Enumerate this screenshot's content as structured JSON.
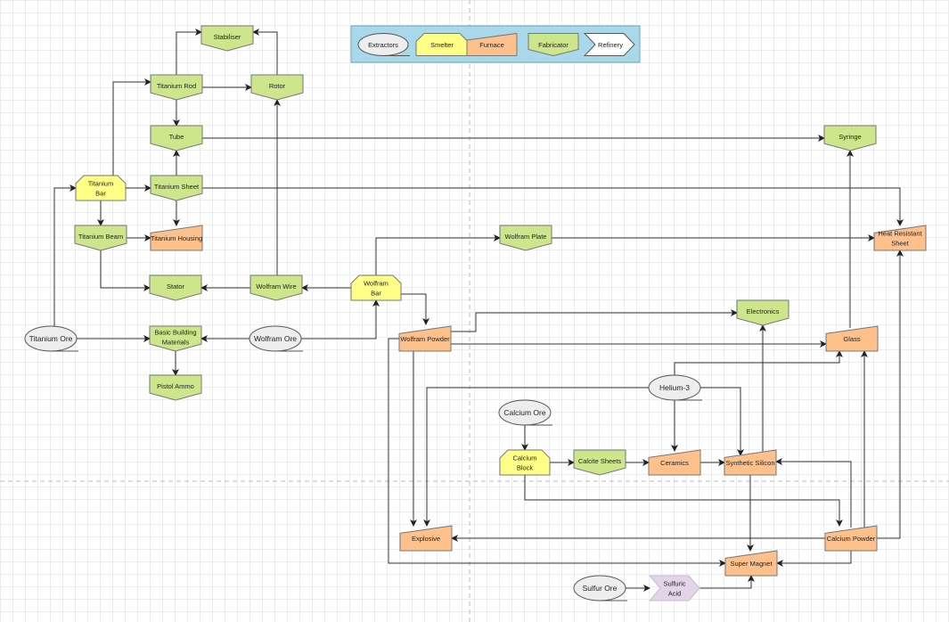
{
  "colors": {
    "extractor": "#eeeeee",
    "smelter": "#ffff88",
    "furnace": "#ffc18c",
    "fabricator": "#cde68c",
    "refinery": "#ffffff",
    "refinery_alt": "#e1d5e7",
    "legend_bg": "#a8d8ea",
    "line": "#333333"
  },
  "legend": {
    "items": [
      {
        "type": "extractor",
        "label": "Extractors"
      },
      {
        "type": "smelter",
        "label": "Smelter"
      },
      {
        "type": "furnace",
        "label": "Furnace"
      },
      {
        "type": "fabricator",
        "label": "Fabricator"
      },
      {
        "type": "refinery",
        "label": "Refinery"
      }
    ]
  },
  "nodes": [
    {
      "id": "stabiliser",
      "type": "fabricator",
      "lines": [
        "Stabiliser"
      ]
    },
    {
      "id": "titanium_rod",
      "type": "fabricator",
      "lines": [
        "Titanium Rod"
      ]
    },
    {
      "id": "rotor",
      "type": "fabricator",
      "lines": [
        "Rotor"
      ]
    },
    {
      "id": "tube",
      "type": "fabricator",
      "lines": [
        "Tube"
      ]
    },
    {
      "id": "titanium_bar",
      "type": "smelter",
      "lines": [
        "Titanium",
        "Bar"
      ]
    },
    {
      "id": "titanium_sheet",
      "type": "fabricator",
      "lines": [
        "Titanium Sheet"
      ]
    },
    {
      "id": "titanium_beam",
      "type": "fabricator",
      "lines": [
        "Titanium Beam"
      ]
    },
    {
      "id": "titanium_housing",
      "type": "furnace",
      "lines": [
        "Titanium Housing"
      ]
    },
    {
      "id": "stator",
      "type": "fabricator",
      "lines": [
        "Stator"
      ]
    },
    {
      "id": "wolfram_wire",
      "type": "fabricator",
      "lines": [
        "Wolfram Wire"
      ]
    },
    {
      "id": "wolfram_bar",
      "type": "smelter",
      "lines": [
        "Wolfram",
        "Bar"
      ]
    },
    {
      "id": "titanium_ore",
      "type": "extractor",
      "lines": [
        "Titanium Ore"
      ]
    },
    {
      "id": "basic_building_materials",
      "type": "fabricator",
      "lines": [
        "Basic Building",
        "Materials"
      ]
    },
    {
      "id": "wolfram_ore",
      "type": "extractor",
      "lines": [
        "Wolfram Ore"
      ]
    },
    {
      "id": "pistol_ammo",
      "type": "fabricator",
      "lines": [
        "Pistol Ammo"
      ]
    },
    {
      "id": "wolfram_plate",
      "type": "fabricator",
      "lines": [
        "Wolfram Plate"
      ]
    },
    {
      "id": "syringe",
      "type": "fabricator",
      "lines": [
        "Syringe"
      ]
    },
    {
      "id": "heat_resistant_sheet",
      "type": "furnace",
      "lines": [
        "Heat Resistant",
        "Sheet"
      ]
    },
    {
      "id": "wolfram_powder",
      "type": "furnace",
      "lines": [
        "Wolfram Powder"
      ]
    },
    {
      "id": "electronics",
      "type": "fabricator",
      "lines": [
        "Electronics"
      ]
    },
    {
      "id": "glass",
      "type": "furnace",
      "lines": [
        "Glass"
      ]
    },
    {
      "id": "helium_3",
      "type": "extractor",
      "lines": [
        "Helium-3"
      ]
    },
    {
      "id": "calcium_ore",
      "type": "extractor",
      "lines": [
        "Calcium Ore"
      ]
    },
    {
      "id": "calcium_block",
      "type": "smelter",
      "lines": [
        "Calcium",
        "Block"
      ]
    },
    {
      "id": "calcite_sheets",
      "type": "fabricator",
      "lines": [
        "Calcite Sheets"
      ]
    },
    {
      "id": "ceramics",
      "type": "furnace",
      "lines": [
        "Ceramics"
      ]
    },
    {
      "id": "synthetic_silicon",
      "type": "furnace",
      "lines": [
        "Synthetic Silicon"
      ]
    },
    {
      "id": "explosive",
      "type": "furnace",
      "lines": [
        "Explosive"
      ]
    },
    {
      "id": "calcium_powder",
      "type": "furnace",
      "lines": [
        "Calcium Powder"
      ]
    },
    {
      "id": "super_magnet",
      "type": "furnace",
      "lines": [
        "Super Magnet"
      ]
    },
    {
      "id": "sulfur_ore",
      "type": "extractor",
      "lines": [
        "Sulfur Ore"
      ]
    },
    {
      "id": "sulfuric_acid",
      "type": "refinery_alt",
      "lines": [
        "Sulfuric",
        "Acid"
      ]
    }
  ],
  "edges": [
    {
      "from": "titanium_rod",
      "to": "stabiliser"
    },
    {
      "from": "rotor",
      "to": "stabiliser"
    },
    {
      "from": "titanium_rod",
      "to": "rotor"
    },
    {
      "from": "titanium_rod",
      "to": "tube"
    },
    {
      "from": "titanium_bar",
      "to": "titanium_rod"
    },
    {
      "from": "titanium_sheet",
      "to": "tube"
    },
    {
      "from": "titanium_bar",
      "to": "titanium_sheet"
    },
    {
      "from": "titanium_bar",
      "to": "titanium_beam"
    },
    {
      "from": "titanium_sheet",
      "to": "titanium_housing"
    },
    {
      "from": "titanium_beam",
      "to": "titanium_housing"
    },
    {
      "from": "titanium_beam",
      "to": "stator"
    },
    {
      "from": "wolfram_wire",
      "to": "stator"
    },
    {
      "from": "wolfram_wire",
      "to": "rotor"
    },
    {
      "from": "wolfram_bar",
      "to": "wolfram_wire"
    },
    {
      "from": "titanium_ore",
      "to": "titanium_bar"
    },
    {
      "from": "titanium_ore",
      "to": "basic_building_materials"
    },
    {
      "from": "wolfram_ore",
      "to": "basic_building_materials"
    },
    {
      "from": "basic_building_materials",
      "to": "pistol_ammo"
    },
    {
      "from": "wolfram_ore",
      "to": "wolfram_bar"
    },
    {
      "from": "wolfram_bar",
      "to": "wolfram_plate"
    },
    {
      "from": "wolfram_bar",
      "to": "wolfram_powder"
    },
    {
      "from": "tube",
      "to": "syringe"
    },
    {
      "from": "titanium_sheet",
      "to": "heat_resistant_sheet"
    },
    {
      "from": "wolfram_plate",
      "to": "heat_resistant_sheet"
    },
    {
      "from": "glass",
      "to": "syringe"
    },
    {
      "from": "calcium_powder",
      "to": "heat_resistant_sheet"
    },
    {
      "from": "wolfram_powder",
      "to": "electronics"
    },
    {
      "from": "wolfram_powder",
      "to": "glass"
    },
    {
      "from": "synthetic_silicon",
      "to": "electronics"
    },
    {
      "from": "helium_3",
      "to": "glass"
    },
    {
      "from": "calcium_powder",
      "to": "glass"
    },
    {
      "from": "helium_3",
      "to": "explosive"
    },
    {
      "from": "helium_3",
      "to": "ceramics"
    },
    {
      "from": "helium_3",
      "to": "synthetic_silicon"
    },
    {
      "from": "calcium_ore",
      "to": "calcium_block"
    },
    {
      "from": "calcium_block",
      "to": "calcite_sheets"
    },
    {
      "from": "calcite_sheets",
      "to": "ceramics"
    },
    {
      "from": "ceramics",
      "to": "synthetic_silicon"
    },
    {
      "from": "calcium_powder",
      "to": "synthetic_silicon"
    },
    {
      "from": "calcium_block",
      "to": "calcium_powder"
    },
    {
      "from": "wolfram_powder",
      "to": "explosive"
    },
    {
      "from": "calcium_powder",
      "to": "explosive"
    },
    {
      "from": "synthetic_silicon",
      "to": "super_magnet"
    },
    {
      "from": "wolfram_powder",
      "to": "super_magnet"
    },
    {
      "from": "calcium_powder",
      "to": "super_magnet"
    },
    {
      "from": "sulfur_ore",
      "to": "sulfuric_acid"
    },
    {
      "from": "sulfuric_acid",
      "to": "super_magnet"
    }
  ]
}
